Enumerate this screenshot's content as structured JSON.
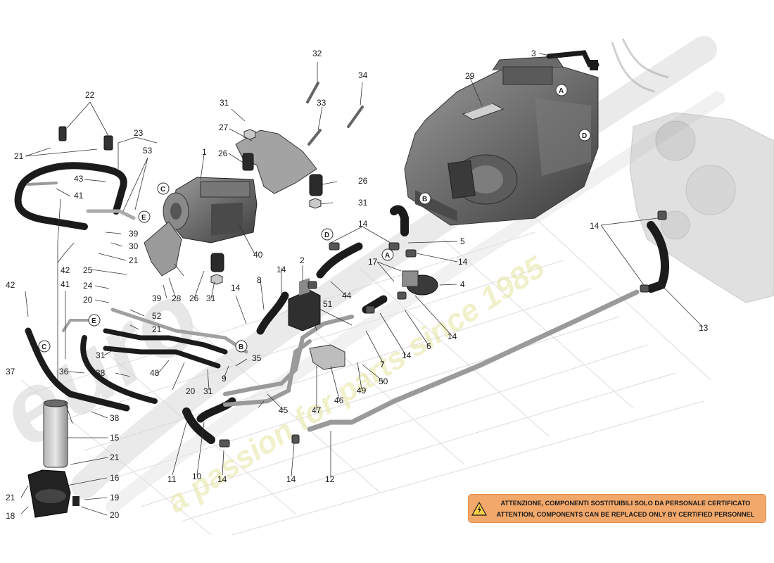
{
  "colors": {
    "background": "#ffffff",
    "line": "#222222",
    "hose": "#1b1b1b",
    "part_dark": "#4a4a4a",
    "part_mid": "#8a8a8a",
    "part_light": "#d6d6d6",
    "watermark": "#e4e4a0",
    "warning_bg": "#f2a86b"
  },
  "watermark": {
    "brand": "euro",
    "slogan": "a passion for parts since 1985"
  },
  "warning": {
    "line_it": "ATTENZIONE, COMPONENTI SOSTITUIBILI SOLO DA PERSONALE CERTIFICATO",
    "line_en": "ATTENTION, COMPONENTS CAN BE REPLACED ONLY BY CERTIFIED PERSONNEL",
    "icon": "high-voltage-icon"
  },
  "letters": {
    "A": "A",
    "B": "B",
    "C": "C",
    "D": "D",
    "E": "E"
  },
  "callouts": {
    "n1": "1",
    "n2": "2",
    "n3": "3",
    "n4": "4",
    "n5": "5",
    "n6": "6",
    "n7": "7",
    "n8": "8",
    "n9": "9",
    "n10": "10",
    "n11": "11",
    "n12": "12",
    "n13": "13",
    "n14": "14",
    "n15": "15",
    "n16": "16",
    "n17": "17",
    "n18": "18",
    "n19": "19",
    "n20": "20",
    "n21": "21",
    "n22": "22",
    "n23": "23",
    "n24": "24",
    "n25": "25",
    "n26": "26",
    "n27": "27",
    "n28": "28",
    "n29": "29",
    "n30": "30",
    "n31": "31",
    "n32": "32",
    "n33": "33",
    "n34": "34",
    "n35": "35",
    "n36": "36",
    "n37": "37",
    "n38": "38",
    "n39": "39",
    "n40": "40",
    "n41": "41",
    "n42": "42",
    "n43": "43",
    "n44": "44",
    "n45": "45",
    "n46": "46",
    "n47": "47",
    "n48": "48",
    "n49": "49",
    "n50": "50",
    "n51": "51",
    "n52": "52",
    "n53": "53"
  }
}
